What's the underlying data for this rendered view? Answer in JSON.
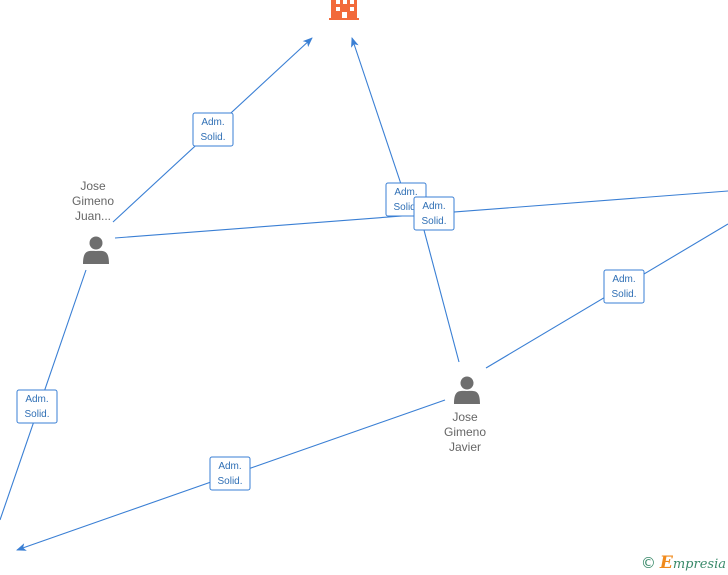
{
  "colors": {
    "edge": "#3a7fd4",
    "label_border": "#3a7fd4",
    "label_text": "#2f6fb5",
    "person": "#6e6e6e",
    "company": "#f26a3b",
    "node_text": "#666666",
    "watermark": "#3a8a6a",
    "watermark_accent": "#f08a1c"
  },
  "nodes": [
    {
      "id": "company",
      "icon": "building-icon",
      "label_lines": []
    },
    {
      "id": "jose-gimeno-juan",
      "icon": "person-icon",
      "label_lines": [
        "Jose",
        "Gimeno",
        "Juan..."
      ]
    },
    {
      "id": "jose-gimeno-javier",
      "icon": "person-icon",
      "label_lines": [
        "Jose",
        "Gimeno",
        "Javier"
      ]
    }
  ],
  "edges": [
    {
      "id": "e1",
      "label_lines": [
        "Adm.",
        "Solid."
      ]
    },
    {
      "id": "e2",
      "label_lines": [
        "Adm.",
        "Solid."
      ]
    },
    {
      "id": "e3",
      "label_lines": [
        "Adm.",
        "Solid."
      ]
    },
    {
      "id": "e4",
      "label_lines": [
        "Adm.",
        "Solid."
      ]
    },
    {
      "id": "e5",
      "label_lines": [
        "Adm.",
        "Solid."
      ]
    },
    {
      "id": "e6",
      "label_lines": [
        "Adm.",
        "Solid."
      ]
    },
    {
      "id": "e7",
      "label_lines": [
        "Adm.",
        "Solid."
      ]
    }
  ],
  "watermark": {
    "copyright_symbol": "©",
    "brand_initial": "E",
    "brand_rest": "mpresia"
  }
}
